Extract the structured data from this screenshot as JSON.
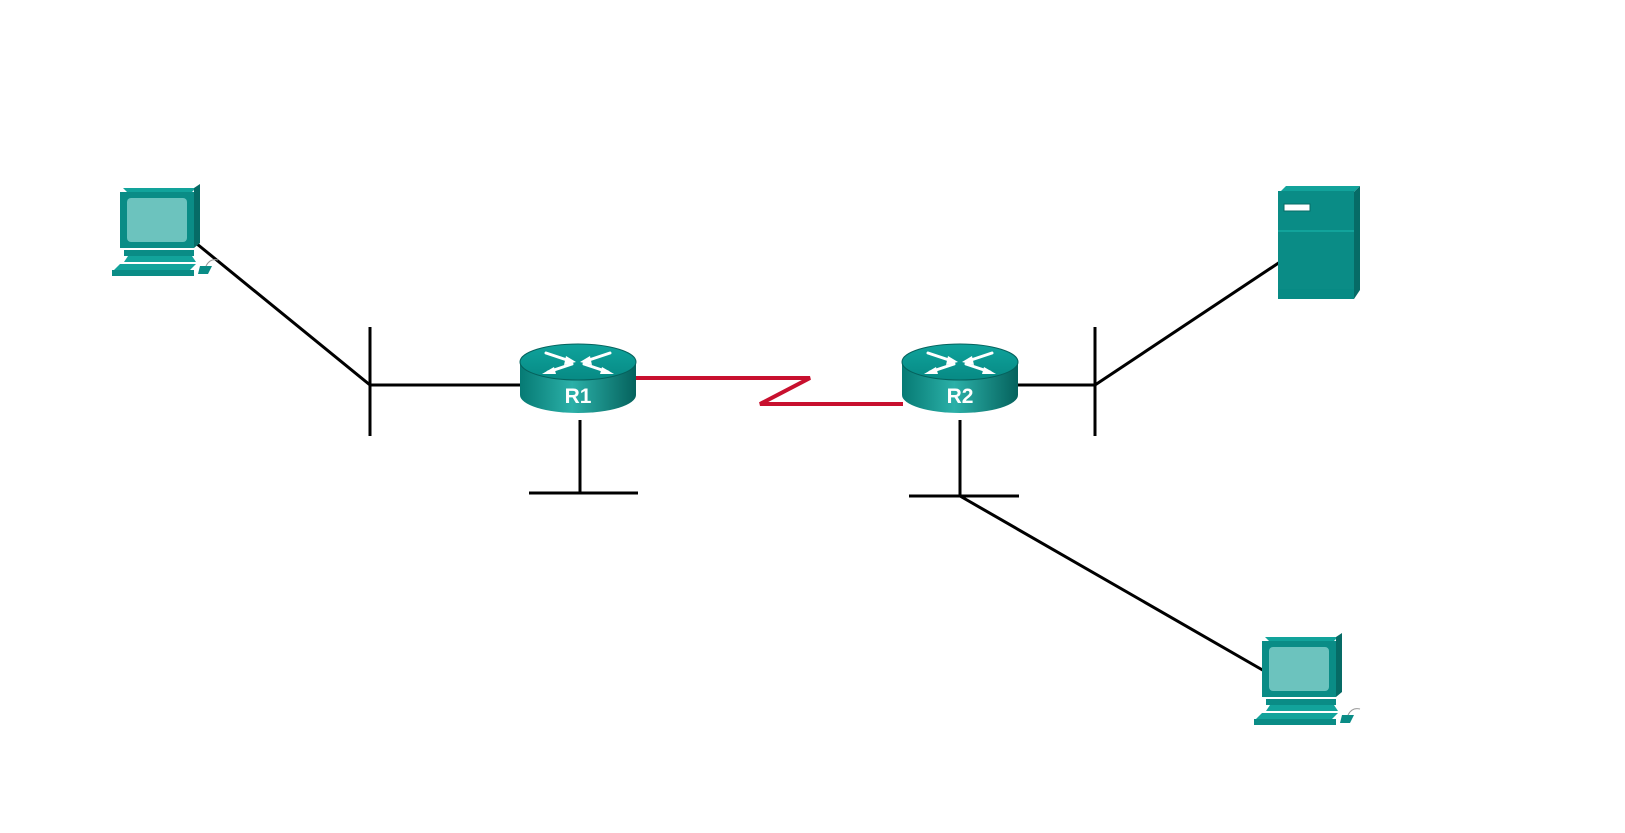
{
  "routers": [
    {
      "id": "r1",
      "label": "R1"
    },
    {
      "id": "r2",
      "label": "R2"
    }
  ],
  "devices": [
    {
      "id": "pc-left",
      "type": "pc-icon"
    },
    {
      "id": "server",
      "type": "server-icon"
    },
    {
      "id": "pc-bottom-right",
      "type": "pc-icon"
    }
  ],
  "links": [
    {
      "id": "pc-left-to-lan1",
      "kind": "ethernet"
    },
    {
      "id": "lan1-to-r1",
      "kind": "ethernet"
    },
    {
      "id": "r1-to-r2",
      "kind": "serial"
    },
    {
      "id": "r2-to-lan3",
      "kind": "ethernet"
    },
    {
      "id": "lan3-to-server",
      "kind": "ethernet"
    },
    {
      "id": "r2-to-lan4",
      "kind": "ethernet"
    },
    {
      "id": "lan4-to-pc",
      "kind": "ethernet"
    }
  ],
  "colors": {
    "device": "#0a8c86",
    "device_dark": "#066b66",
    "device_light": "#3fb3ad",
    "screen": "#6cc3be",
    "ethernet": "#000000",
    "serial": "#c8102e",
    "background": "#ffffff"
  }
}
